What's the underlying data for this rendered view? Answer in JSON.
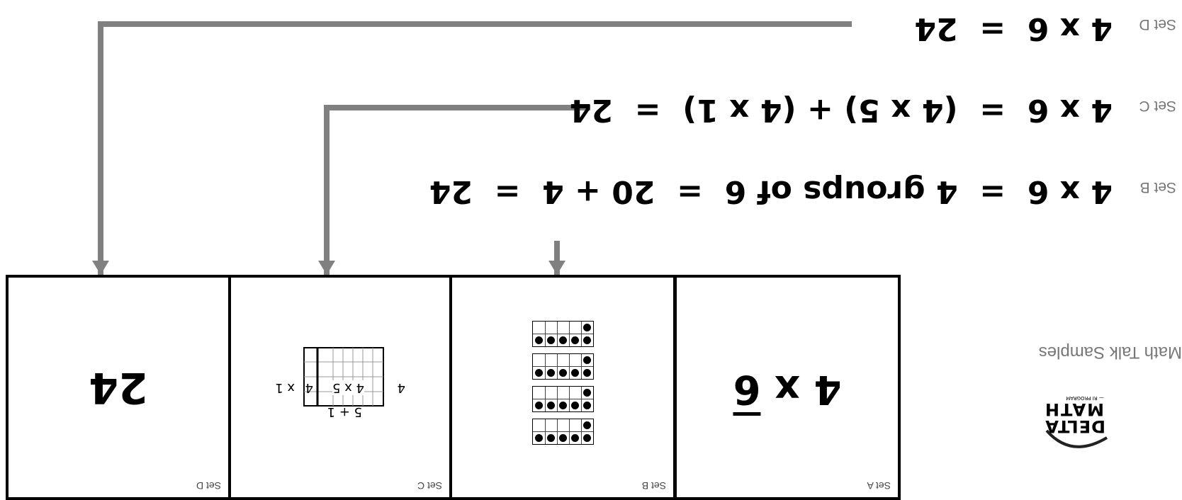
{
  "logo": {
    "line1": "DELTA",
    "line2": "MATH",
    "line3": "— RI PROGRAM"
  },
  "page_title": "Math Talk Samples",
  "equations": [
    {
      "set": "Set B",
      "text": "4 x 6  =  4 groups of 6  =  20 + 4  =  24"
    },
    {
      "set": "Set C",
      "text": "4 x 6  =  (4 x 5) + (4 x 1)  =  24"
    },
    {
      "set": "Set D",
      "text": "4 x 6  =  24"
    }
  ],
  "cards": {
    "a": {
      "label": "Set A",
      "expr_left": "4 x ",
      "expr_right": "6"
    },
    "b": {
      "label": "Set B"
    },
    "c": {
      "label": "Set C",
      "top_caption": "5 + 1",
      "left_factor": "4",
      "inner_left": "4 x 5",
      "inner_right": "4",
      "outer_right": "x 1"
    },
    "d": {
      "label": "Set D",
      "value": "24"
    }
  }
}
